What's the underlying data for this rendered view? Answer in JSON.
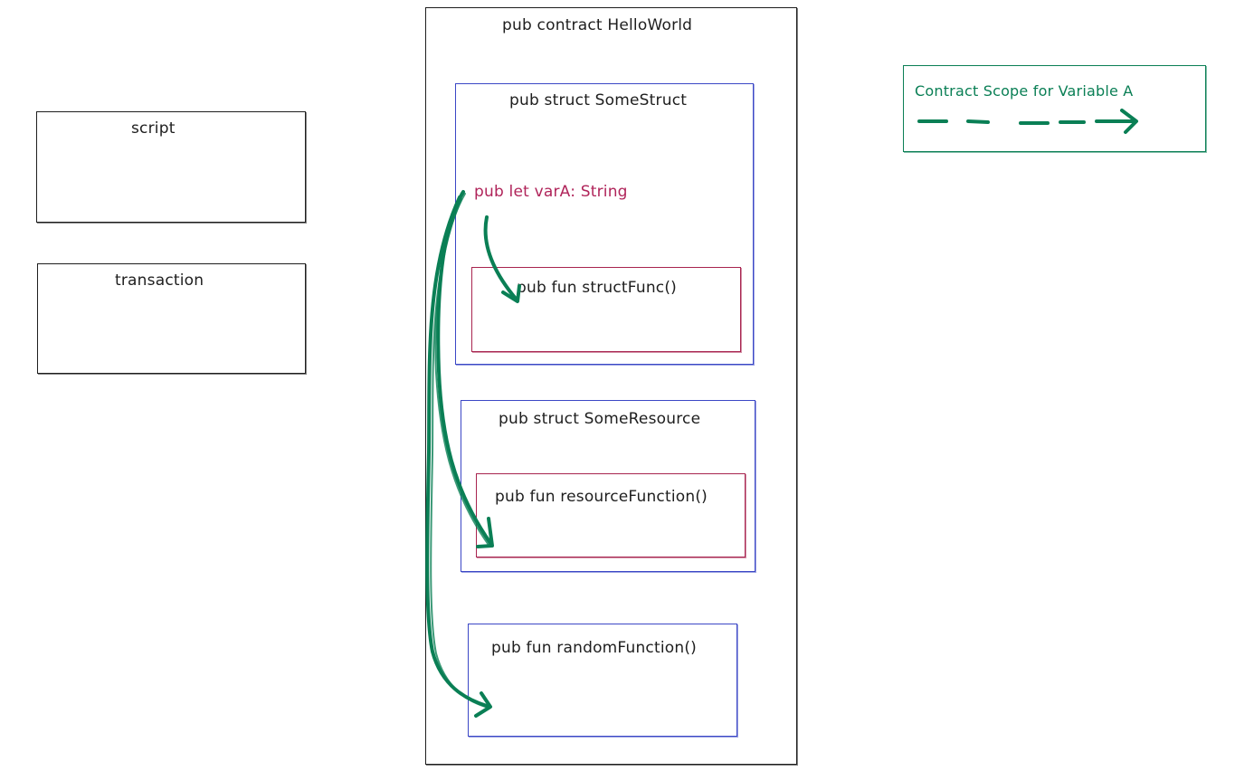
{
  "outside_boxes": {
    "script": "script",
    "transaction": "transaction"
  },
  "contract": {
    "title": "pub contract HelloWorld",
    "struct": {
      "title": "pub struct SomeStruct",
      "variable": "pub let varA: String",
      "function": "pub fun structFunc()"
    },
    "resource": {
      "title": "pub struct SomeResource",
      "function": "pub fun resourceFunction()"
    },
    "random_function": "pub fun randomFunction()"
  },
  "legend": {
    "label": "Contract Scope for Variable A"
  },
  "colors": {
    "stroke": "#1e1e1e",
    "blue": "#3b47c6",
    "red": "#a8244f",
    "green": "#0a7f55"
  }
}
